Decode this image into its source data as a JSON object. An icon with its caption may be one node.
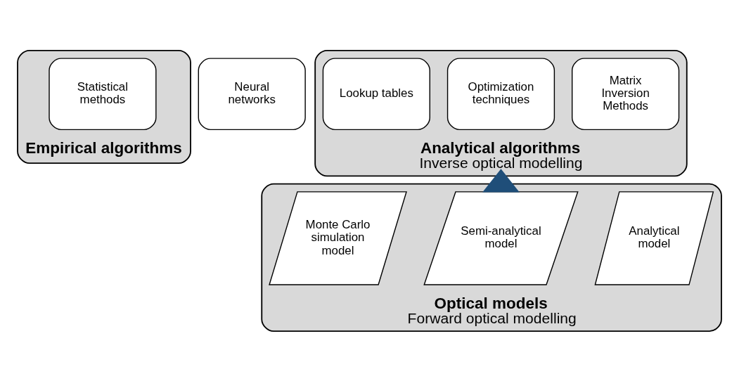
{
  "diagram": {
    "nodes": [
      {
        "text": [
          "Empirical algorithms"
        ]
      },
      {
        "text": [
          "Statistical methods"
        ],
        "in": 0
      },
      {
        "text": [
          "Neural networks"
        ]
      },
      {
        "text": [
          "Analytical algorithms",
          "Inverse optical modelling"
        ]
      },
      {
        "text": [
          "Matrix Inversion Methods"
        ],
        "in": 3
      },
      {
        "text": [
          "Optimization techniques"
        ],
        "in": 3
      },
      {
        "text": [
          "Lookup tables"
        ],
        "in": 3
      },
      {
        "text": [
          "Optical models",
          "Forward optical modelling"
        ]
      },
      {
        "text": [
          "Analytical model"
        ],
        "in": 7
      },
      {
        "text": [
          "Semi-analytical model"
        ],
        "in": 7
      },
      {
        "text": [
          "Monte Carlo simulation model"
        ],
        "in": 7
      }
    ],
    "edges": [
      {
        "from": 7,
        "to": 3,
        "arrow": "to",
        "style": "thick",
        "color": "#1f4e79"
      }
    ]
  }
}
